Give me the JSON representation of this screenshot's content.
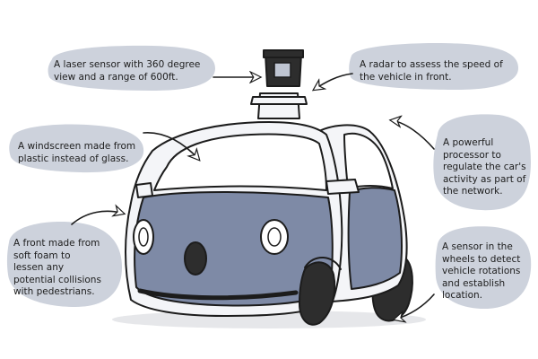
{
  "callouts": {
    "laser": {
      "lines": [
        "A laser sensor with 360 degree",
        "view and a range of 600ft."
      ]
    },
    "radar": {
      "lines": [
        "A radar to assess the speed of",
        "the vehicle in front."
      ]
    },
    "windscreen": {
      "lines": [
        "A windscreen made from",
        "plastic instead of glass."
      ]
    },
    "processor": {
      "lines": [
        "A powerful",
        "processor to",
        "regulate the car's",
        "activity as part of",
        "the network."
      ]
    },
    "front": {
      "lines": [
        "A front made from",
        "soft foam to",
        "lessen any",
        "potential collisions",
        "with pedestrians."
      ]
    },
    "wheels": {
      "lines": [
        "A sensor in the",
        "wheels to detect",
        "vehicle rotations",
        "and establish",
        "location."
      ]
    }
  },
  "colors": {
    "blob": "#cdd2dc",
    "body_blue": "#7e8aa6",
    "body_light": "#f4f5f8",
    "outline": "#1c1c1c",
    "tire": "#2d2d2d",
    "glass": "#ffffff"
  }
}
